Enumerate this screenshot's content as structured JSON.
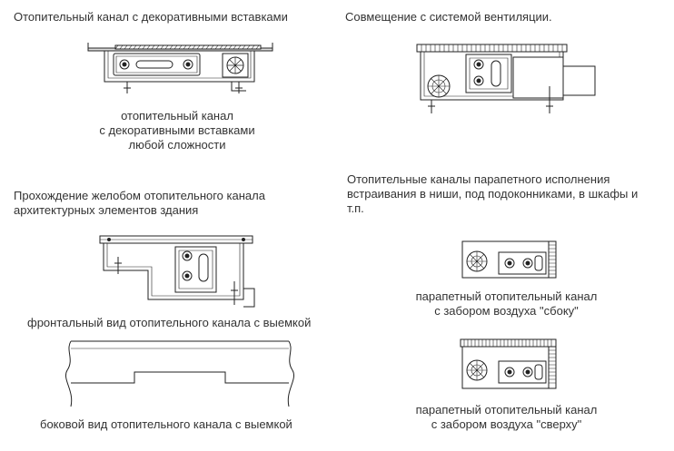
{
  "sections": {
    "decorative": {
      "title": "Отопительный канал с декоративными вставками",
      "caption": [
        "отопительный канал",
        "с декоративными вставками",
        "любой сложности"
      ]
    },
    "ventilation": {
      "title": "Совмещение с системой вентиляции."
    },
    "groove": {
      "title": [
        "Прохождение желобом отопительного канала",
        "архитектурных элементов здания"
      ],
      "front_caption": "фронтальный вид отопительного канала с выемкой",
      "side_caption": "боковой вид отопительного канала с выемкой"
    },
    "parapet": {
      "title": [
        "Отопительные каналы парапетного исполнения",
        "встраивания в ниши, под подоконниками, в шкафы и",
        "т.п."
      ],
      "side_intake_caption": [
        "парапетный отопительный канал",
        "с забором воздуха \"сбоку\""
      ],
      "top_intake_caption": [
        "парапетный отопительный канал",
        "с забором воздуха \"сверху\""
      ]
    }
  },
  "colors": {
    "text": "#333333",
    "line": "#222222",
    "background": "#ffffff"
  }
}
